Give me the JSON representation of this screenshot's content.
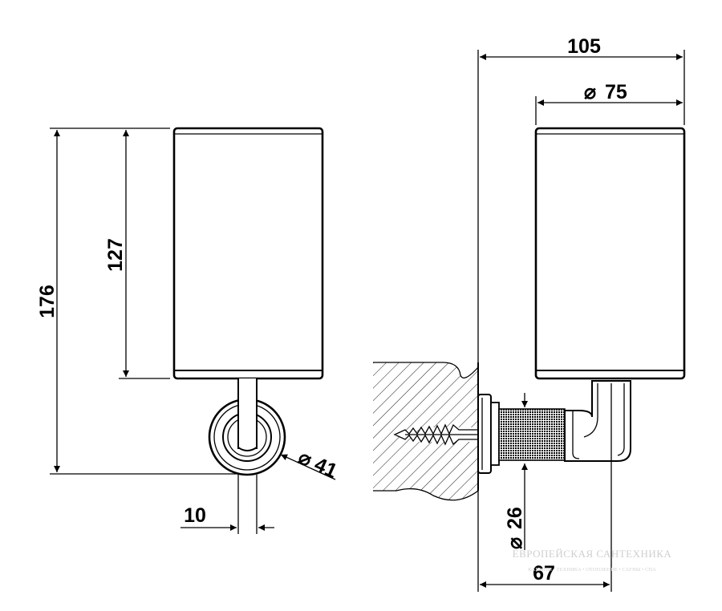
{
  "dimensions": {
    "total_height": "176",
    "cup_height": "127",
    "stem_width": "10",
    "flange_diameter": "41",
    "total_depth": "105",
    "cup_diameter": "75",
    "rosette_diameter": "26",
    "wall_offset": "67"
  },
  "symbols": {
    "diameter": "⌀"
  },
  "watermark": {
    "line1": "ЕВРОПЕЙСКАЯ САНТЕХНИКА",
    "line2": "КАМИНЫ • ТЕХНИКА • ОТОПЛЕНИЕ • САУНЫ • СПА"
  }
}
